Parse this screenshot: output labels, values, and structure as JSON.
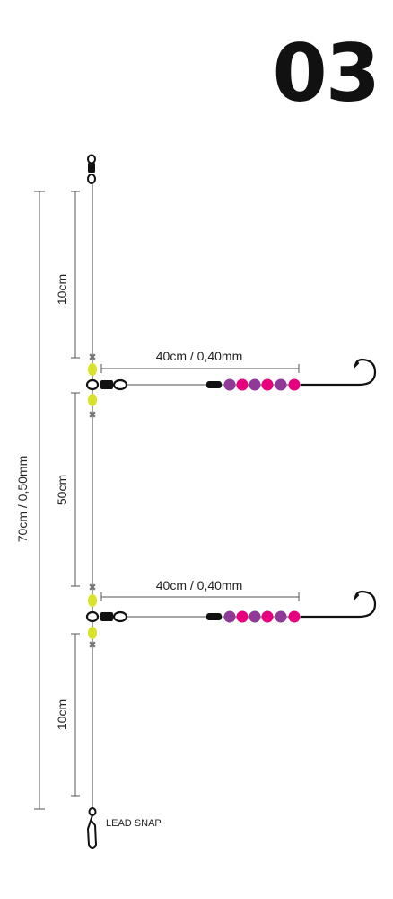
{
  "title": "03",
  "labels": {
    "total": "70cm / 0,50mm",
    "top_gap": "10cm",
    "middle_gap": "50cm",
    "bottom_gap": "10cm",
    "dropper_1": "40cm / 0,40mm",
    "dropper_2": "40cm / 0,40mm",
    "lead_snap": "LEAD SNAP"
  },
  "colors": {
    "line": "#888888",
    "dimension": "#555555",
    "swivel": "#111111",
    "stopper_bead": "#d8e32a",
    "bead_magenta": "#e6007e",
    "bead_purple": "#8e3a96",
    "crimp": "#777777"
  },
  "bead_sequence": [
    "purple",
    "magenta",
    "purple",
    "magenta",
    "purple",
    "magenta"
  ]
}
